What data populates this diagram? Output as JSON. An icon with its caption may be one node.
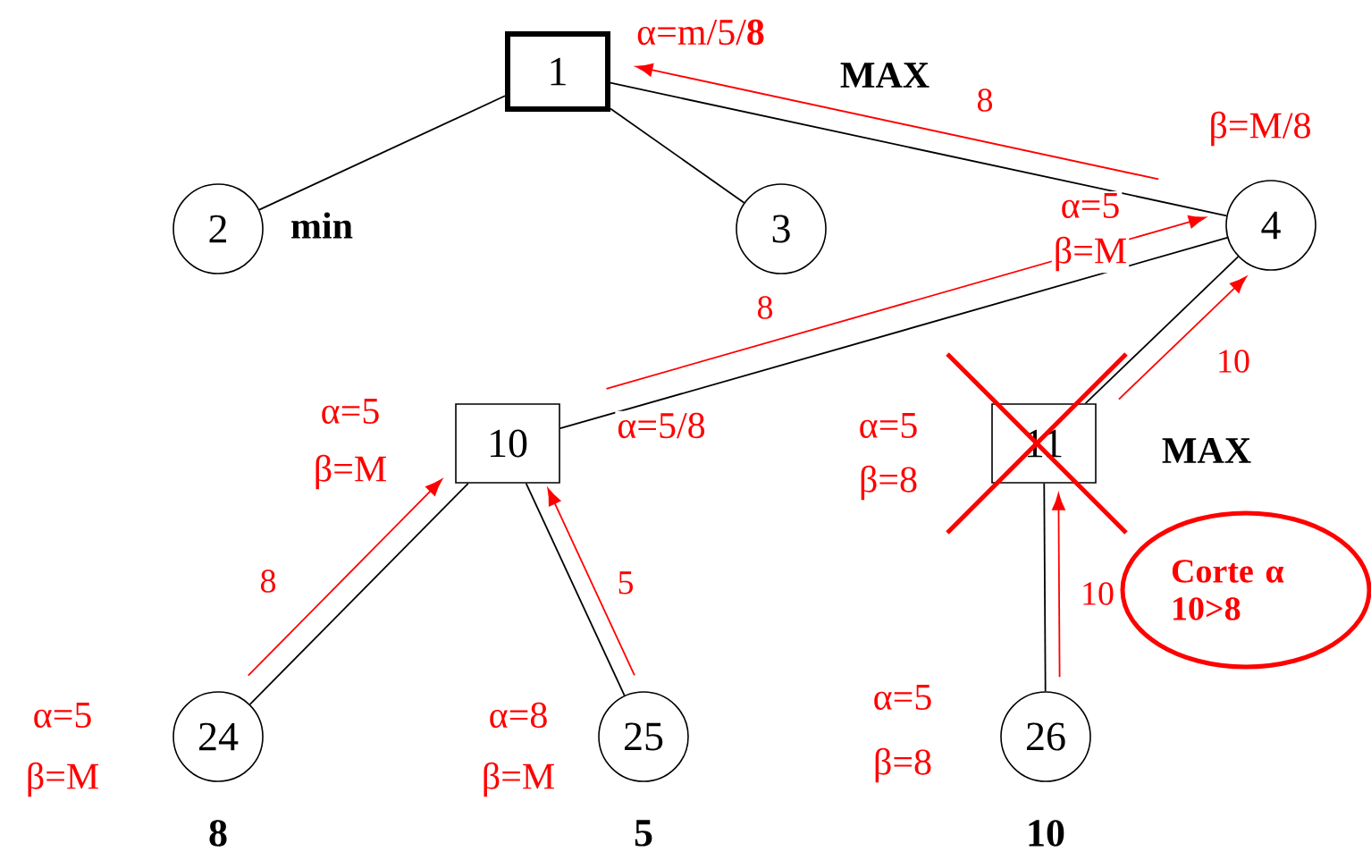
{
  "diagram": {
    "nodes": [
      {
        "text": [
          "1"
        ]
      },
      {
        "text": [
          "2"
        ]
      },
      {
        "text": [
          "3"
        ]
      },
      {
        "text": [
          "4"
        ]
      },
      {
        "text": [
          "10"
        ]
      },
      {
        "text": [
          "11"
        ]
      },
      {
        "text": [
          "24"
        ],
        "beside": [
          "8"
        ]
      },
      {
        "text": [
          "25"
        ],
        "beside": [
          "5"
        ]
      },
      {
        "text": [
          "26"
        ],
        "beside": [
          "10"
        ]
      },
      {
        "text": [
          "Corte α 10>8"
        ]
      }
    ],
    "edges": [
      {
        "from": 0,
        "to": 1,
        "arrow": "none"
      },
      {
        "from": 0,
        "to": 2,
        "arrow": "none"
      },
      {
        "from": 0,
        "to": 3,
        "arrow": "none"
      },
      {
        "from": 3,
        "to": 4,
        "arrow": "none"
      },
      {
        "from": 3,
        "to": 5,
        "arrow": "none"
      },
      {
        "from": 4,
        "to": 6,
        "arrow": "none"
      },
      {
        "from": 4,
        "to": 7,
        "arrow": "none"
      },
      {
        "from": 5,
        "to": 8,
        "arrow": "none"
      },
      {
        "from": 3,
        "to": 0,
        "arrow": "to",
        "label": "8",
        "color": "#ff0000"
      },
      {
        "from": 4,
        "to": 3,
        "arrow": "to",
        "label": "8",
        "color": "#ff0000"
      },
      {
        "from": 5,
        "to": 3,
        "arrow": "to",
        "label": "10",
        "color": "#ff0000"
      },
      {
        "from": 6,
        "to": 4,
        "arrow": "to",
        "label": "8",
        "color": "#ff0000"
      },
      {
        "from": 7,
        "to": 4,
        "arrow": "to",
        "label": "5",
        "color": "#ff0000"
      },
      {
        "from": 8,
        "to": 5,
        "arrow": "to",
        "label": "10",
        "color": "#ff0000"
      }
    ],
    "labels": [
      "α=m/5/**8**",
      "MAX",
      "β=M/8",
      "min",
      "α=5",
      "β=M",
      "α=5",
      "α=5/8",
      "α=5",
      "MAX",
      "β=M",
      "β=8",
      "α=5",
      "α=8",
      "α=5",
      "β=M",
      "β=M",
      "β=8"
    ]
  }
}
